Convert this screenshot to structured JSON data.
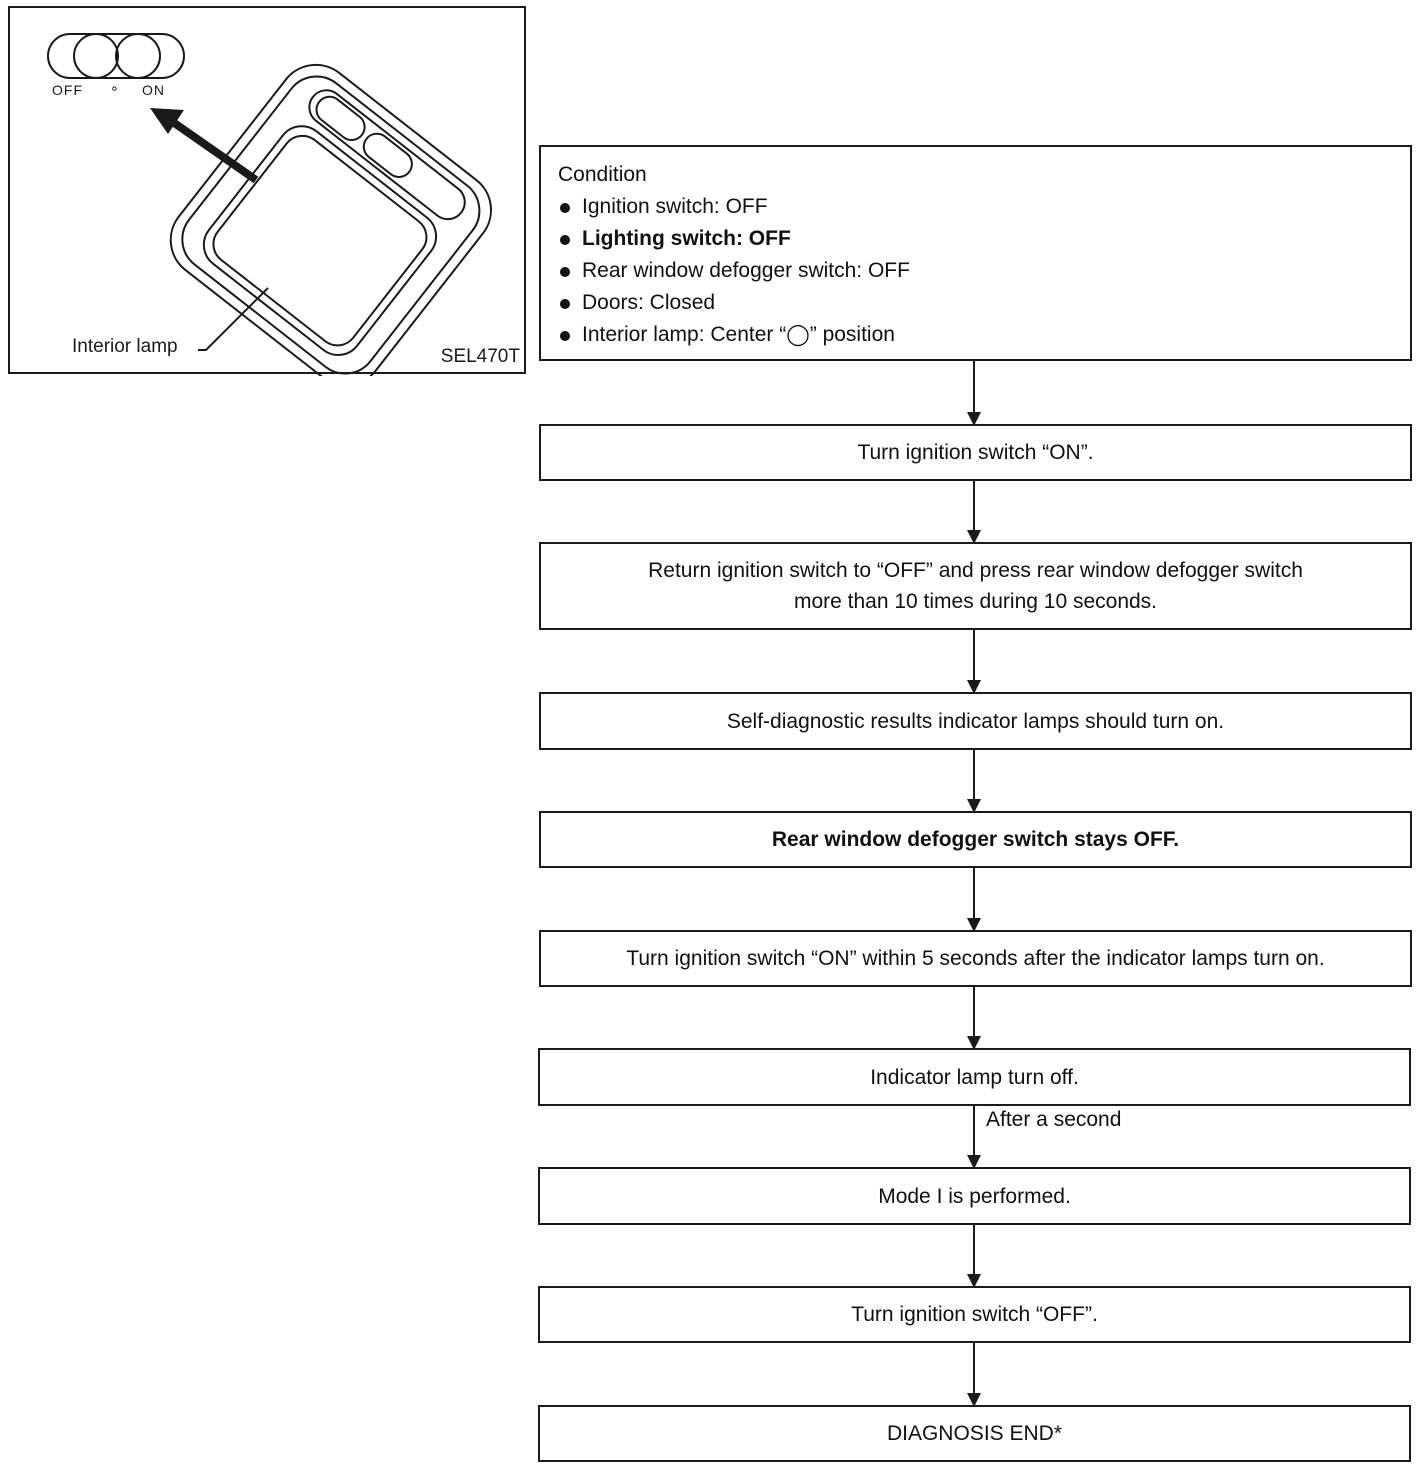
{
  "illustration": {
    "switch_off_label": "OFF",
    "switch_center_label": "∘",
    "switch_on_label": "ON",
    "part_label": "Interior lamp",
    "figure_code": "SEL470T"
  },
  "condition": {
    "title": "Condition",
    "items": [
      "Ignition switch: OFF",
      "Lighting switch: OFF",
      "Rear window defogger switch: OFF",
      "Doors: Closed",
      "Interior lamp: Center “◯” position"
    ]
  },
  "steps": [
    {
      "line1": "Turn ignition switch “ON”.",
      "line2": ""
    },
    {
      "line1": "Return ignition switch to “OFF” and press rear window defogger switch",
      "line2": "more than 10 times during 10 seconds."
    },
    {
      "line1": "Self-diagnostic results indicator lamps should turn on.",
      "line2": ""
    },
    {
      "line1": "Rear window defogger switch stays OFF.",
      "line2": ""
    },
    {
      "line1": "Turn ignition switch “ON” within 5 seconds after the indicator lamps turn on.",
      "line2": ""
    },
    {
      "line1": "Indicator lamp turn off.",
      "line2": ""
    },
    {
      "line1": "Mode I is performed.",
      "line2": ""
    },
    {
      "line1": "Turn ignition switch “OFF”.",
      "line2": ""
    },
    {
      "line1": "DIAGNOSIS END*",
      "line2": ""
    }
  ],
  "transition_note": "After a second"
}
